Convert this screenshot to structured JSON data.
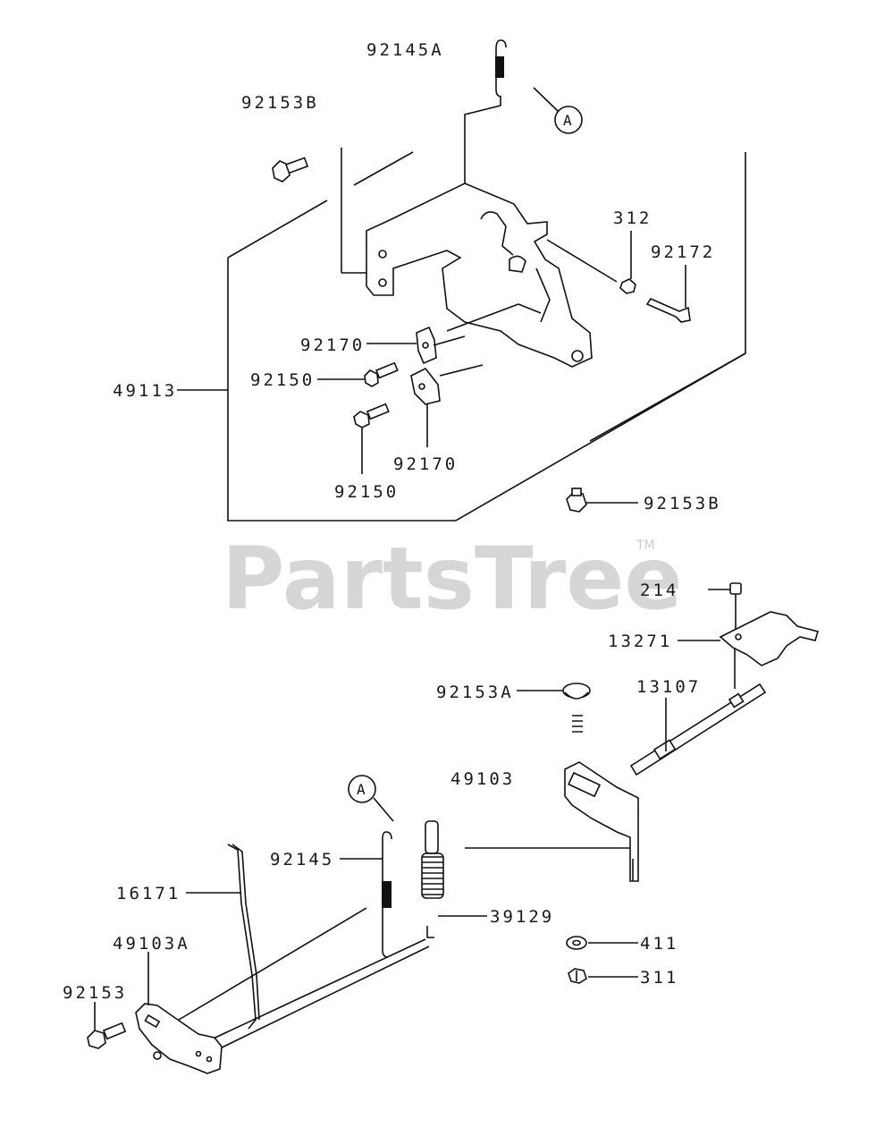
{
  "watermark": {
    "text": "PartsTree",
    "tm": "TM"
  },
  "callout": "A",
  "labels": {
    "p92145A": "92145A",
    "p92153B_top": "92153B",
    "p312": "312",
    "p92172": "92172",
    "p92170_a": "92170",
    "p92150_a": "92150",
    "p49113": "49113",
    "p92170_b": "92170",
    "p92150_b": "92150",
    "p92153B_mid": "92153B",
    "p214": "214",
    "p13271": "13271",
    "p92153A": "92153A",
    "p13107": "13107",
    "p49103": "49103",
    "p92145": "92145",
    "p16171": "16171",
    "p39129": "39129",
    "p49103A": "49103A",
    "p411": "411",
    "p92153": "92153",
    "p311": "311"
  }
}
